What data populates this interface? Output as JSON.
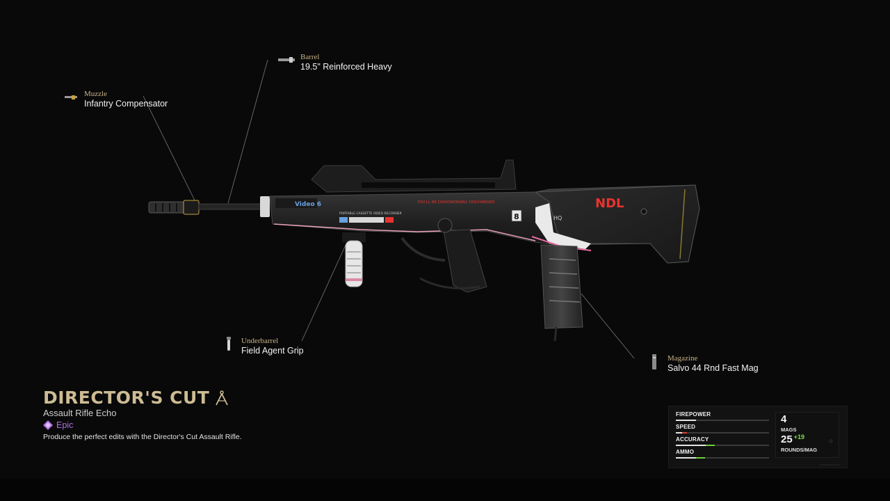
{
  "attachments": [
    {
      "slot": "Barrel",
      "name": "19.5\" Reinforced Heavy",
      "icon": "barrel-icon"
    },
    {
      "slot": "Muzzle",
      "name": "Infantry Compensator",
      "icon": "muzzle-icon"
    },
    {
      "slot": "Underbarrel",
      "name": "Field Agent Grip",
      "icon": "grip-icon"
    },
    {
      "slot": "Magazine",
      "name": "Salvo 44 Rnd Fast Mag",
      "icon": "magazine-icon"
    }
  ],
  "weapon": {
    "name": "DIRECTOR'S CUT",
    "name_icon": "compass-drafting-icon",
    "base": "Assault Rifle Echo",
    "rarity": "Epic",
    "rarity_color": "#b070e0",
    "description": "Produce the perfect edits with the Director's Cut Assault Rifle.",
    "markings": {
      "brand": "NDL",
      "decal": "Video 6",
      "strip": "PORTABLE CASSETTE VIDEO RECORDER",
      "warning": "YOU'LL BE DISHONORABLY DISCHARGED",
      "number": "8",
      "hq": "HQ"
    }
  },
  "stats": [
    {
      "label": "FIREPOWER",
      "base": 0.22,
      "delta": 0.0,
      "delta_color": "#6fcf3a"
    },
    {
      "label": "SPEED",
      "base": 0.12,
      "delta": -0.05,
      "delta_color": "#d9403a"
    },
    {
      "label": "ACCURACY",
      "base": 0.32,
      "delta": 0.1,
      "delta_color": "#6fcf3a"
    },
    {
      "label": "AMMO",
      "base": 0.22,
      "delta": 0.09,
      "delta_color": "#6fcf3a"
    }
  ],
  "ammo": {
    "mags": "4",
    "mags_label": "MAGS",
    "rounds": "25",
    "rounds_delta": "+19",
    "rounds_label": "ROUNDS/MAG"
  },
  "colors": {
    "accent_gold": "#cdbb94",
    "positive": "#6fcf3a",
    "negative": "#d9403a",
    "brand_red": "#e8332e"
  }
}
